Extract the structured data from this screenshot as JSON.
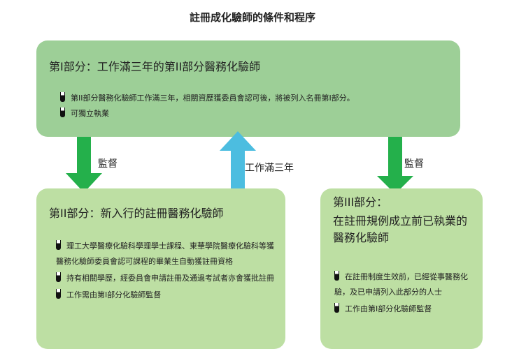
{
  "title": "註冊成化驗師的條件和程序",
  "part1": {
    "heading": "第I部分：工作滿三年的第II部分醫務化驗師",
    "items": [
      "第II部分醫務化驗師工作滿三年，相關資歷獲委員會認可後，將被列入名冊第I部分。",
      "可獨立執業"
    ]
  },
  "part2": {
    "heading": "第II部分：新入行的註冊醫務化驗師",
    "items": [
      "理工大學醫療化驗科學理學士課程、東華學院醫療化驗科等獲醫務化驗師委員會認可課程的畢業生自動獲註冊資格",
      "持有相關學歷，經委員會申請註冊及通過考試者亦會獲批註冊",
      "工作需由第I部分化驗師監督"
    ]
  },
  "part3": {
    "heading_line1": "第III部分：",
    "heading_line2": "在註冊規例成立前已執業的醫務化驗師",
    "items": [
      "在註冊制度生效前，已經從事醫務化驗，及已申請列入此部分的人士",
      "工作由第I部分化驗師監督"
    ]
  },
  "arrows": {
    "left_label": "監督",
    "middle_label": "工作滿三年",
    "right_label": "監督"
  },
  "colors": {
    "top_box": "#9dcf97",
    "bottom_box": "#bddfa3",
    "green_arrow": "#24b04b",
    "blue_arrow": "#4cbde0"
  }
}
